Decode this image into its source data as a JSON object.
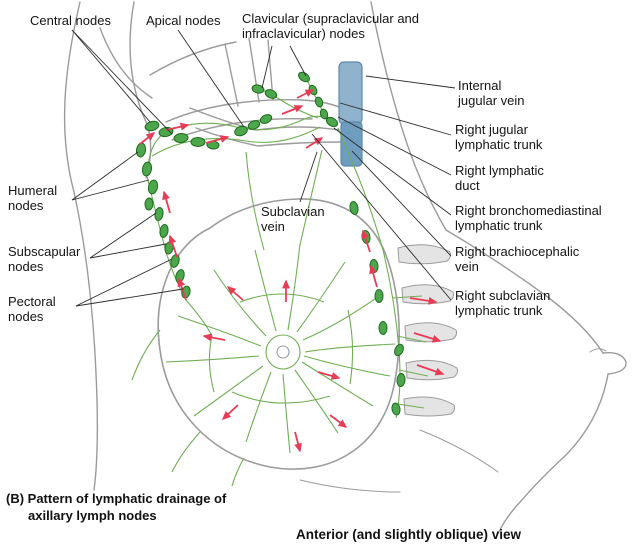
{
  "annotations": {
    "central_nodes": "Central nodes",
    "apical_nodes": "Apical nodes",
    "clavicular_nodes": "Clavicular (supraclavicular and infraclavicular) nodes",
    "internal_jugular_vein": "Internal jugular vein",
    "right_jugular_lymphatic_trunk": "Right jugular lymphatic trunk",
    "right_lymphatic_duct": "Right lymphatic duct",
    "right_bronchomediastinal_lymphatic_trunk": "Right bronchomediastinal lymphatic trunk",
    "right_brachiocephalic_vein": "Right brachiocephalic vein",
    "right_subclavian_lymphatic_trunk": "Right subclavian lymphatic trunk",
    "humeral_nodes": "Humeral nodes",
    "subscapular_nodes": "Subscapular nodes",
    "pectoral_nodes": "Pectoral nodes",
    "subclavian_vein": "Subclavian vein"
  },
  "caption": {
    "line1": "(B) Pattern of lymphatic drainage of",
    "line2": "axillary lymph nodes"
  },
  "view_label": "Anterior (and slightly oblique) view",
  "colors": {
    "node_fill": "#4ca64c",
    "node_stroke": "#1e6a1e",
    "lymphatic": "#6fae54",
    "arrow": "#e73c55",
    "anatomy_gray": "#9b9b9b",
    "vein_blue": "#8fb3cd",
    "vein_blue_dark": "#6e9dbf"
  }
}
